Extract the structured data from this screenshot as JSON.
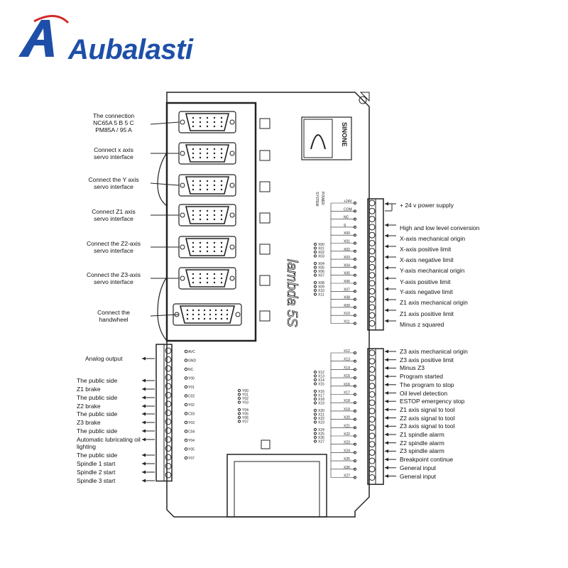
{
  "logo": {
    "text": "Aubalasti"
  },
  "board": {
    "brand": "SINONE",
    "model": "lambda 5S",
    "led_labels": [
      "POWER",
      "SYSTEM"
    ]
  },
  "left_connectors": [
    {
      "text": "The connection\nNC65A 5 B 5 C\nPM85A / 95 A"
    },
    {
      "text": "Connect x axis\nservo interface"
    },
    {
      "text": "Connect the Y axis\nservo interface"
    },
    {
      "text": "Connect Z1 axis\nservo interface"
    },
    {
      "text": "Connect the Z2-axis\nservo interface"
    },
    {
      "text": "Connect the Z3-axis\nservo interface"
    },
    {
      "text": "Connect the\nhandwheel"
    }
  ],
  "left_outputs": [
    {
      "text": "Analog output"
    },
    {
      "text": "The public side"
    },
    {
      "text": "Z1 brake"
    },
    {
      "text": "The public side"
    },
    {
      "text": "Z2 brake"
    },
    {
      "text": "The public side"
    },
    {
      "text": "Z3 brake"
    },
    {
      "text": "The public side"
    },
    {
      "text": "Automatic lubricating oil\nlighting"
    },
    {
      "text": "The public side"
    },
    {
      "text": "Spindle 1 start"
    },
    {
      "text": "Spindle 2 start"
    },
    {
      "text": "Spindle 3 start"
    }
  ],
  "left_terminal_labels": [
    "AVC",
    "GND",
    "NC",
    "Y00",
    "Y01",
    "C02",
    "Y02",
    "C03",
    "Y03",
    "C04",
    "Y04",
    "Y05",
    "Y07"
  ],
  "right_upper": [
    {
      "text": "+ 24 v power supply"
    },
    {
      "text": "High and low level conversion"
    },
    {
      "text": "X-axis mechanical origin"
    },
    {
      "text": "X-axis positive limit"
    },
    {
      "text": "X-axis negative limit"
    },
    {
      "text": "Y-axis mechanical origin"
    },
    {
      "text": "Y-axis positive limit"
    },
    {
      "text": "Y-axis negative limit"
    },
    {
      "text": "Z1 axis mechanical origin"
    },
    {
      "text": "Z1 axis positive limit"
    },
    {
      "text": "Minus z squared"
    }
  ],
  "right_upper_terminals": [
    "+24V",
    "COM",
    "NC",
    "S",
    "X00",
    "X01",
    "X02",
    "X03",
    "X04",
    "X05",
    "X06",
    "X07",
    "X08",
    "X09",
    "X10",
    "X11"
  ],
  "right_lower": [
    {
      "text": "Z3 axis mechanical origin"
    },
    {
      "text": "Z3 axis positive limit"
    },
    {
      "text": "Minus Z3"
    },
    {
      "text": "Program started"
    },
    {
      "text": "The program to stop"
    },
    {
      "text": "Oil level detection"
    },
    {
      "text": "ESTOP emergency stop"
    },
    {
      "text": "Z1 axis signal to tool"
    },
    {
      "text": "Z2 axis signal to tool"
    },
    {
      "text": "Z3 axis signal to tool"
    },
    {
      "text": "Z1 spindle alarm"
    },
    {
      "text": "Z2 spindle alarm"
    },
    {
      "text": "Z3 spindle alarm"
    },
    {
      "text": "Breakpoint continue"
    },
    {
      "text": "General input"
    },
    {
      "text": "General input"
    }
  ],
  "right_lower_terminals": [
    "X12",
    "X13",
    "X14",
    "X15",
    "X16",
    "X17",
    "X18",
    "X19",
    "X20",
    "X21",
    "X22",
    "X23",
    "X24",
    "X25",
    "X26",
    "X27"
  ],
  "mid_leds_x": [
    "X00",
    "X01",
    "X02",
    "X03",
    "X04",
    "X05",
    "X06",
    "X07",
    "X08",
    "X09",
    "X10",
    "X11"
  ],
  "mid_leds_x2": [
    "X12",
    "X13",
    "X14",
    "X15",
    "X16",
    "X17",
    "X18",
    "X19",
    "X20",
    "X21",
    "X22",
    "X23",
    "X24",
    "X25",
    "X26",
    "X27"
  ],
  "mid_leds_y": [
    "Y00",
    "Y01",
    "Y02",
    "Y03",
    "Y04",
    "Y05",
    "Y06",
    "Y07"
  ],
  "colors": {
    "logo_blue": "#1e4fa8",
    "logo_red": "#d42a2a"
  }
}
